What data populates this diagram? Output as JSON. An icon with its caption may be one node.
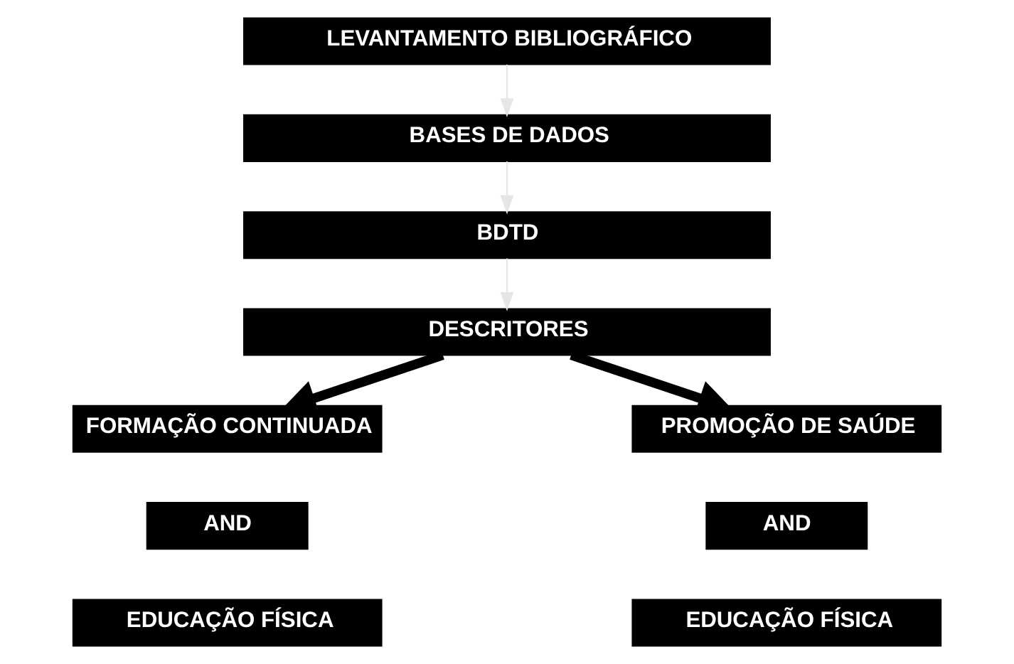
{
  "diagram": {
    "nodes": [
      {
        "text": [
          "LEVANTAMENTO BIBLIOGRÁFICO"
        ]
      },
      {
        "text": [
          "BASES DE DADOS"
        ]
      },
      {
        "text": [
          "BDTD"
        ]
      },
      {
        "text": [
          "DESCRITORES"
        ]
      },
      {
        "text": [
          "FORMAÇÃO CONTINUADA"
        ]
      },
      {
        "text": [
          "PROMOÇÃO DE SAÚDE"
        ]
      },
      {
        "text": [
          "AND"
        ]
      },
      {
        "text": [
          "AND"
        ]
      },
      {
        "text": [
          "EDUCAÇÃO FÍSICA"
        ]
      },
      {
        "text": [
          "EDUCAÇÃO FÍSICA"
        ]
      }
    ],
    "edges": [
      {
        "from": 0,
        "to": 1,
        "arrow": "to",
        "color": "#e6e6e6"
      },
      {
        "from": 1,
        "to": 2,
        "arrow": "to",
        "color": "#e6e6e6"
      },
      {
        "from": 2,
        "to": 3,
        "arrow": "to",
        "color": "#e6e6e6"
      },
      {
        "from": 3,
        "to": 4,
        "arrow": "to",
        "style": "thick",
        "color": "#000000"
      },
      {
        "from": 3,
        "to": 5,
        "arrow": "to",
        "style": "thick",
        "color": "#000000"
      }
    ]
  }
}
